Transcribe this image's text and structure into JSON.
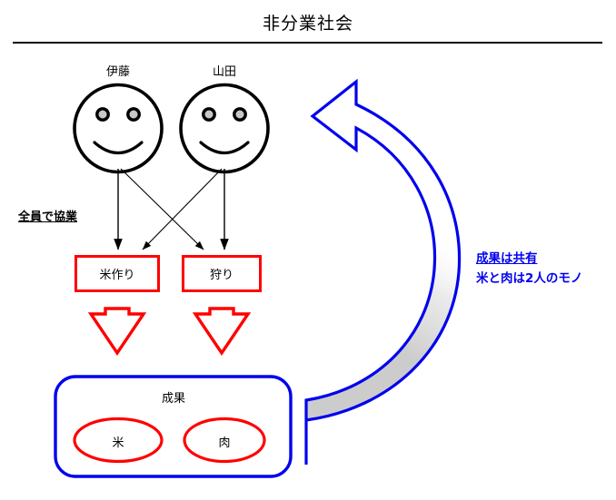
{
  "title": "非分業社会",
  "people": [
    {
      "name": "伊藤",
      "icon": "smiley-face-icon"
    },
    {
      "name": "山田",
      "icon": "smiley-face-icon"
    }
  ],
  "annotations": {
    "cooperation": "全員で協業"
  },
  "tasks": [
    {
      "label": "米作り",
      "color": "#FF0000"
    },
    {
      "label": "狩り",
      "color": "#FF0000"
    }
  ],
  "outcome_group": {
    "label": "成果",
    "border_color": "#0000EE",
    "items": [
      {
        "label": "米",
        "color": "#FF0000"
      },
      {
        "label": "肉",
        "color": "#FF0000"
      }
    ]
  },
  "share_note": {
    "line1": "成果は共有",
    "line2": "米と肉は2人のモノ",
    "color": "#0000EE"
  },
  "colors": {
    "red": "#FF0000",
    "blue": "#0000EE",
    "black": "#000000",
    "gray_fill": "#CCCCCC",
    "eye_fill": "#C8C8C8"
  },
  "flow_arrows": {
    "person_to_task": "4 black arrows crossing from both people to both tasks",
    "task_to_outcome": "2 red block arrows down",
    "outcome_to_people": "large blue curved arrow, gray gradient fill"
  }
}
